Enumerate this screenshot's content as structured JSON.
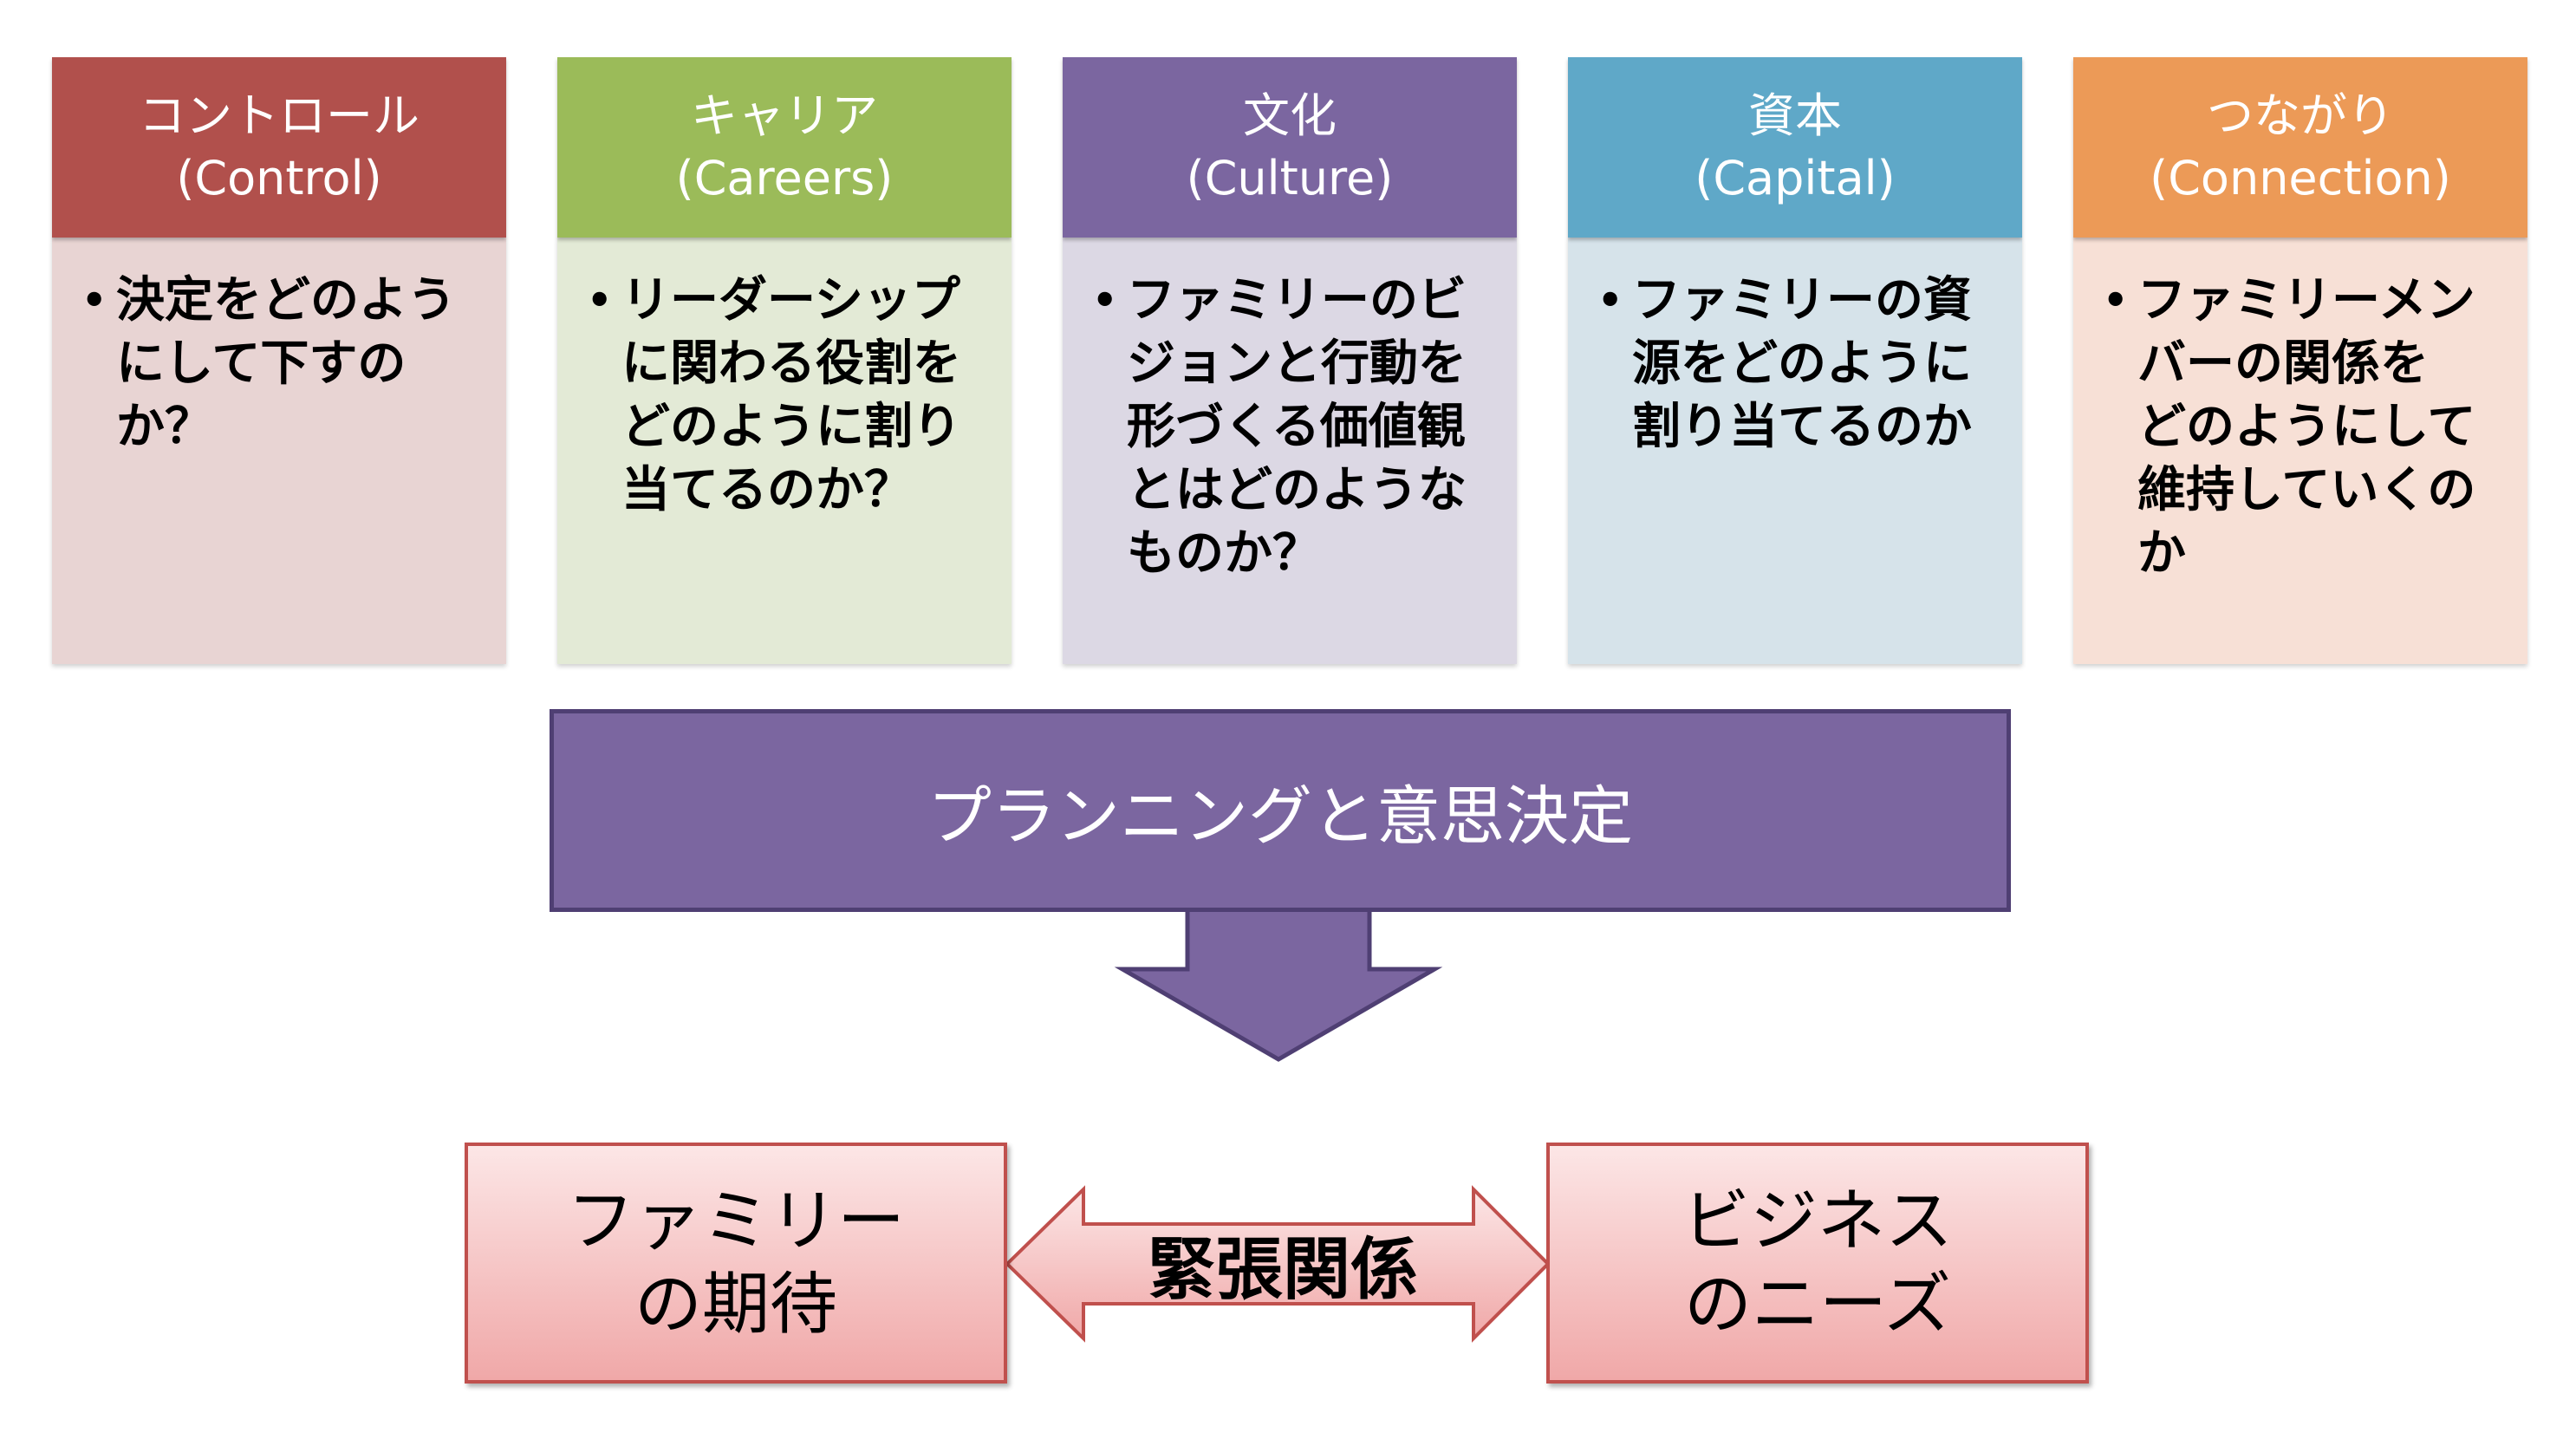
{
  "columns": [
    {
      "title": "コントロール",
      "subtitle": "(Control)",
      "header_color": "#b1504c",
      "body_color": "#e8d4d3",
      "text": "決定をどのよう\nにして下すの\nか？"
    },
    {
      "title": "キャリア",
      "subtitle": "(Careers)",
      "header_color": "#9bbb59",
      "body_color": "#e3ead6",
      "text": "リーダーシップ\nに関わる役割を\nどのように割り\n当てるのか？"
    },
    {
      "title": "文化",
      "subtitle": "(Culture)",
      "header_color": "#7b66a0",
      "body_color": "#dcd8e4",
      "text": "ファミリーのビ\nジョンと行動を\n形づくる価値観\nとはどのような\nものか？"
    },
    {
      "title": "資本",
      "subtitle": "(Capital)",
      "header_color": "#5fa8c8",
      "body_color": "#d6e3ea",
      "text": "ファミリーの資\n源をどのように\n割り当てるのか"
    },
    {
      "title": "つながり",
      "subtitle": "(Connection)",
      "header_color": "#ec9a57",
      "body_color": "#f7e0d6",
      "text": "ファミリーメン\nバーの関係を\nどのようにして\n維持していくの\nか"
    }
  ],
  "planning": {
    "label": "プランニングと意思決定",
    "color": "#7b66a0"
  },
  "tension": {
    "left_box": "ファミリー\nの期待",
    "right_box": "ビジネス\nのニーズ",
    "label": "緊張関係"
  }
}
